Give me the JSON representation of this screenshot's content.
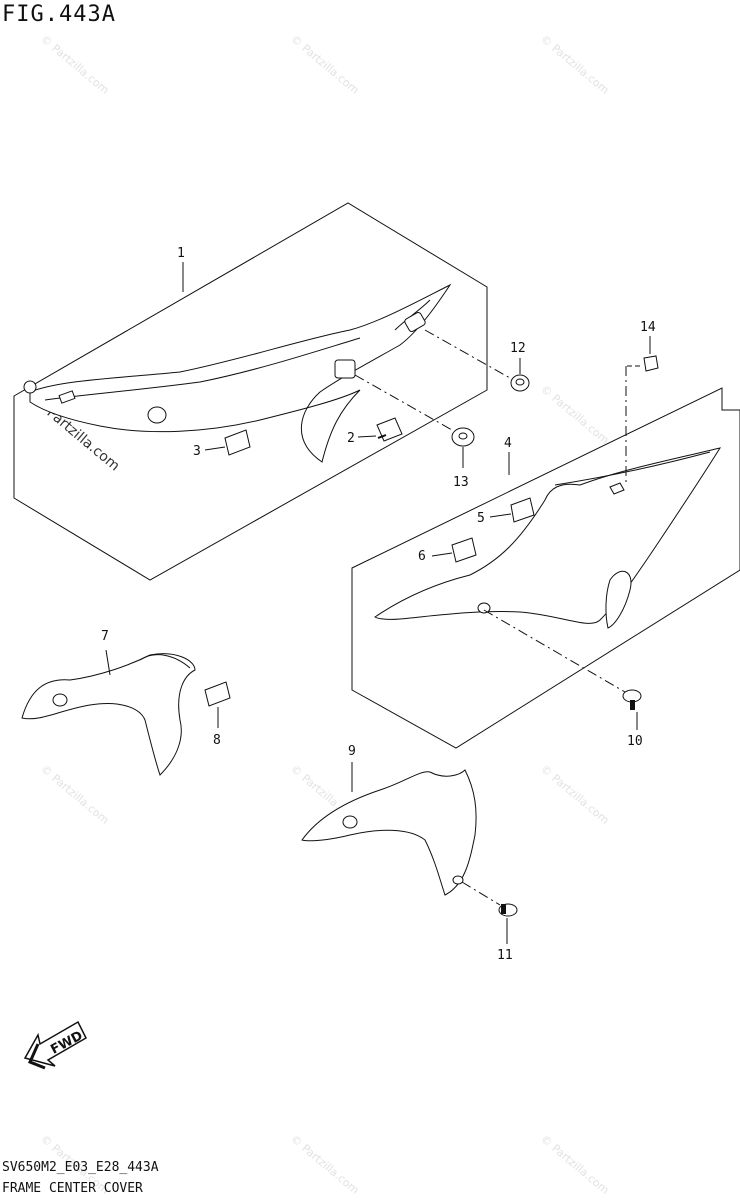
{
  "figure": {
    "title": "FIG.443A",
    "code": "SV650M2_E03_E28_443A",
    "caption": "FRAME CENTER COVER"
  },
  "watermark": "© Partzilla.com",
  "direction_label": "FWD",
  "callouts": [
    {
      "id": "1",
      "label": "1"
    },
    {
      "id": "2",
      "label": "2"
    },
    {
      "id": "3",
      "label": "3"
    },
    {
      "id": "4",
      "label": "4"
    },
    {
      "id": "5",
      "label": "5"
    },
    {
      "id": "6",
      "label": "6"
    },
    {
      "id": "7",
      "label": "7"
    },
    {
      "id": "8",
      "label": "8"
    },
    {
      "id": "9",
      "label": "9"
    },
    {
      "id": "10",
      "label": "10"
    },
    {
      "id": "11",
      "label": "11"
    },
    {
      "id": "12",
      "label": "12"
    },
    {
      "id": "13",
      "label": "13"
    },
    {
      "id": "14",
      "label": "14"
    }
  ]
}
